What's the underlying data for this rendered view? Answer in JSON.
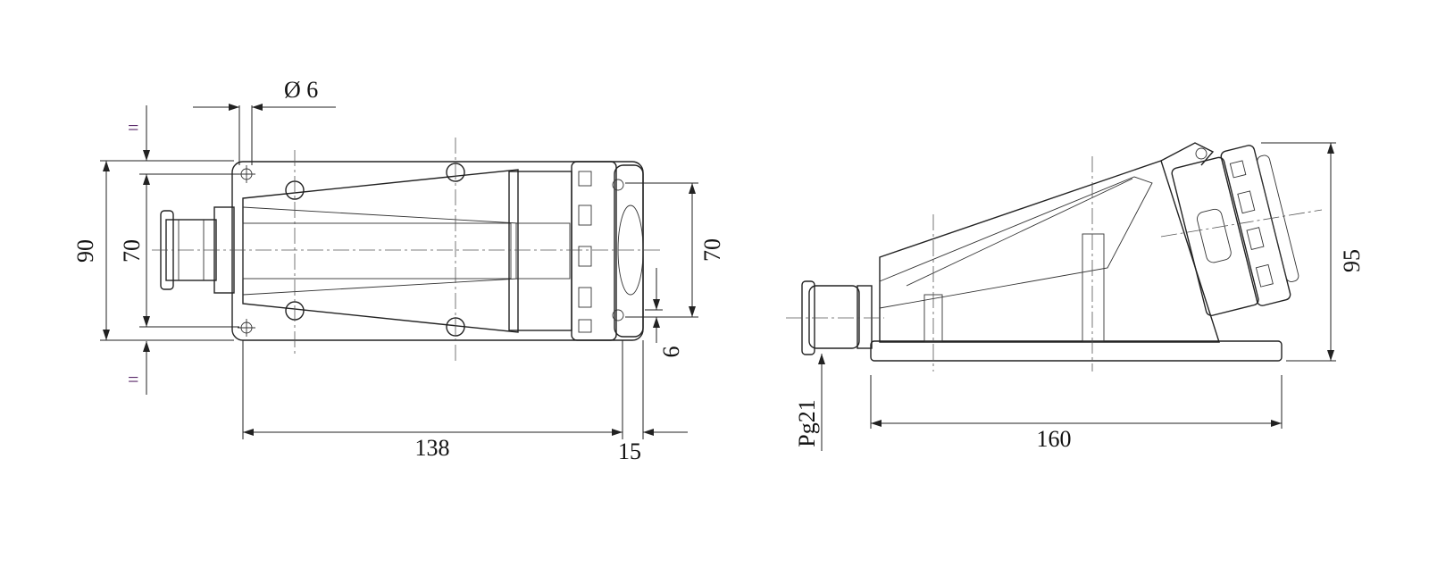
{
  "dimensions": {
    "diameter": "Ø 6",
    "eq_top": "=",
    "eq_bottom": "=",
    "height_outer": "90",
    "height_inner": "70",
    "front_height": "70",
    "gap": "6",
    "length": "138",
    "depth": "15",
    "thread": "Pg21",
    "base_length": "160",
    "total_height": "95"
  }
}
